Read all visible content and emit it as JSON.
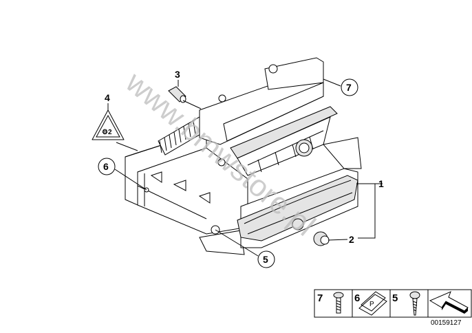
{
  "diagram": {
    "callouts": [
      "1",
      "2",
      "3",
      "4",
      "5",
      "6",
      "7"
    ],
    "legend": [
      {
        "number": "7",
        "icon": "screw-with-washer-icon"
      },
      {
        "number": "6",
        "icon": "clip-nut-icon"
      },
      {
        "number": "5",
        "icon": "tapping-screw-icon"
      },
      {
        "number": "",
        "icon": "arrow-direction-icon"
      }
    ],
    "diagram_number": "00159127",
    "watermark": "www.bmwstore.pl"
  }
}
